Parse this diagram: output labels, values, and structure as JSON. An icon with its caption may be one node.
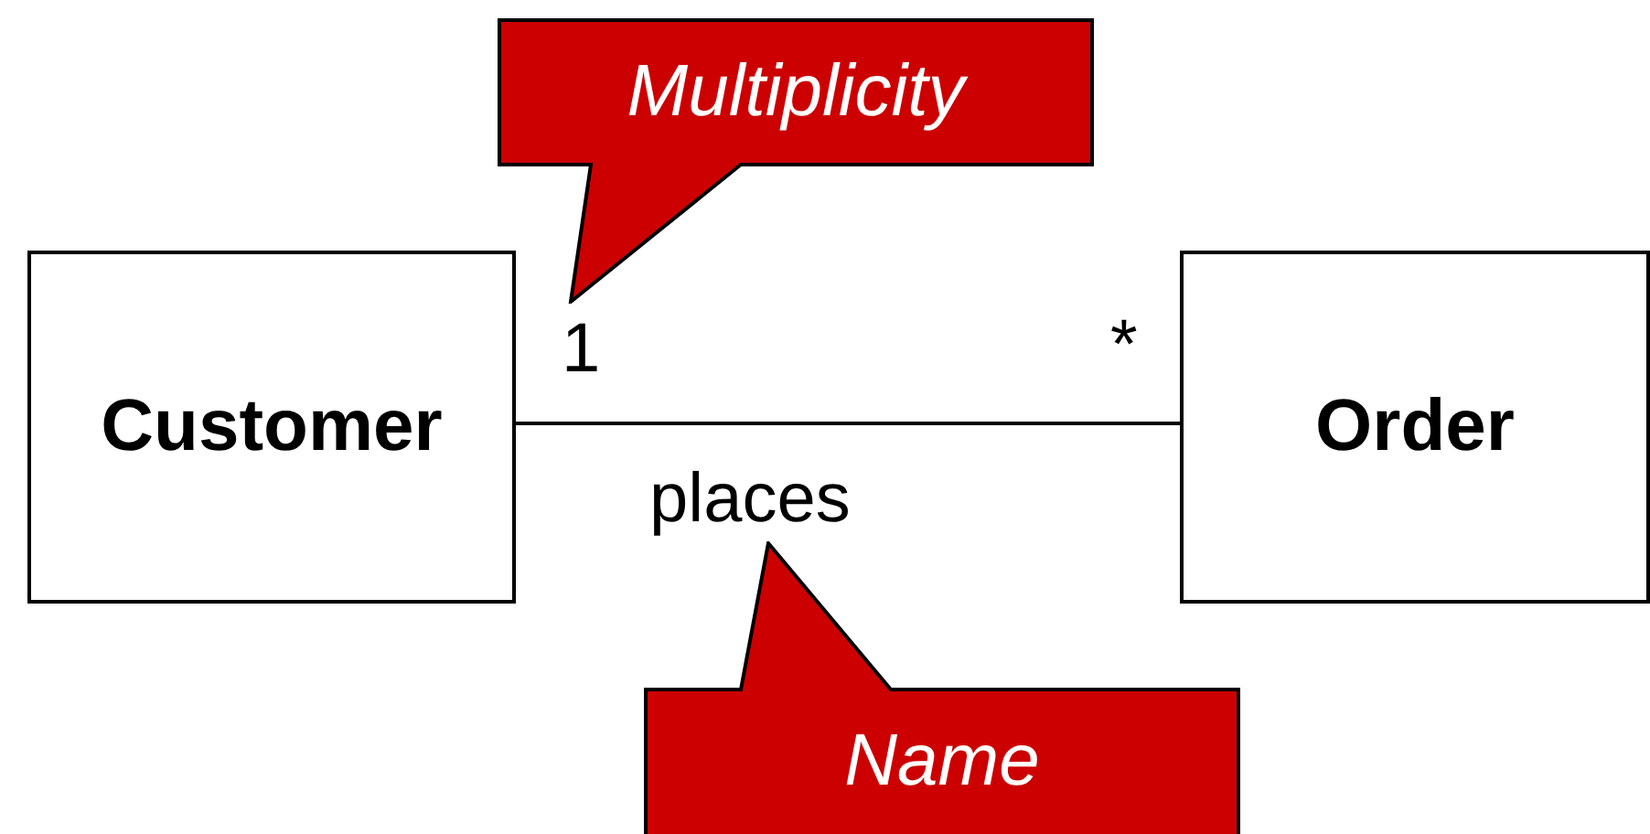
{
  "diagram": {
    "nodes": [
      {
        "text": [
          "Customer"
        ]
      },
      {
        "text": [
          "Order"
        ]
      },
      {
        "text": [
          "Multiplicity"
        ]
      },
      {
        "text": [
          "Name"
        ]
      }
    ],
    "edges": [
      {
        "from": 0,
        "to": 1,
        "arrow": "none",
        "label": "places"
      }
    ],
    "labels": [
      "1",
      "*"
    ]
  }
}
